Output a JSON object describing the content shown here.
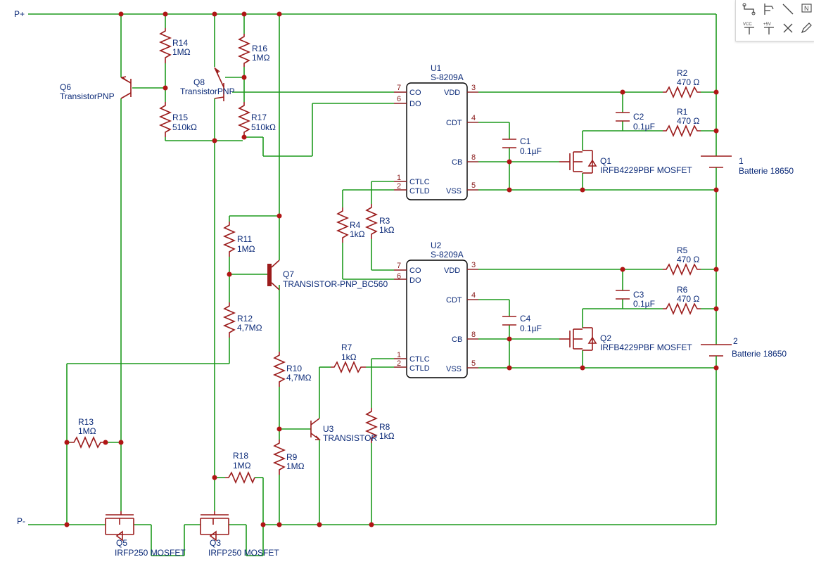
{
  "nets": {
    "p_plus": "P+",
    "p_minus": "P-"
  },
  "labels": {
    "Q6": "Q6",
    "Q6_val": "TransistorPNP",
    "Q8": "Q8",
    "Q8_val": "TransistorPNP",
    "R14": "R14",
    "R14_val": "1MΩ",
    "R16": "R16",
    "R16_val": "1MΩ",
    "R15": "R15",
    "R15_val": "510kΩ",
    "R17": "R17",
    "R17_val": "510kΩ",
    "R11": "R11",
    "R11_val": "1MΩ",
    "R12": "R12",
    "R12_val": "4,7MΩ",
    "Q7": "Q7",
    "Q7_val": "TRANSISTOR-PNP_BC560",
    "R10": "R10",
    "R10_val": "4,7MΩ",
    "R9": "R9",
    "R9_val": "1MΩ",
    "R13": "R13",
    "R13_val": "1MΩ",
    "R18": "R18",
    "R18_val": "1MΩ",
    "Q5": "Q5",
    "Q5_val": "IRFP250 MOSFET",
    "Q3": "Q3",
    "Q3_val": "IRFP250 MOSFET",
    "U3": "U3",
    "U3_val": "TRANSISTOR",
    "R7": "R7",
    "R7_val": "1kΩ",
    "R8": "R8",
    "R8_val": "1kΩ",
    "R4": "R4",
    "R4_val": "1kΩ",
    "R3": "R3",
    "R3_val": "1kΩ",
    "U1": "U1",
    "U1_val": "S-8209A",
    "U2": "U2",
    "U2_val": "S-8209A",
    "R2": "R2",
    "R2_val": "470 Ω",
    "R1": "R1",
    "R1_val": "470 Ω",
    "R5": "R5",
    "R5_val": "470 Ω",
    "R6": "R6",
    "R6_val": "470 Ω",
    "C1": "C1",
    "C1_val": "0.1µF",
    "C2": "C2",
    "C2_val": "0.1µF",
    "C3": "C3",
    "C3_val": "0.1µF",
    "C4": "C4",
    "C4_val": "0.1µF",
    "Q1": "Q1",
    "Q1_val": "IRFB4229PBF MOSFET",
    "Q2": "Q2",
    "Q2_val": "IRFB4229PBF MOSFET",
    "B1": "1",
    "B1_val": "Batterie 18650",
    "B2": "2",
    "B2_val": "Batterie 18650"
  },
  "ic_pins": {
    "co": "CO",
    "do": "DO",
    "ctlc": "CTLC",
    "ctld": "CTLD",
    "vdd": "VDD",
    "cdt": "CDT",
    "cb": "CB",
    "vss": "VSS",
    "n7": "7",
    "n6": "6",
    "n1": "1",
    "n2": "2",
    "n3": "3",
    "n4": "4",
    "n8": "8",
    "n5": "5"
  },
  "toolbar": {
    "tools": [
      "wire-tool-icon",
      "bus-entry-icon",
      "line-icon",
      "net-label-icon",
      "vcc-icon",
      "plus5v-icon",
      "no-connect-icon",
      "pencil-icon"
    ],
    "vcc_label": "VCC",
    "plus5v_label": "+5V",
    "net_label": "N"
  }
}
